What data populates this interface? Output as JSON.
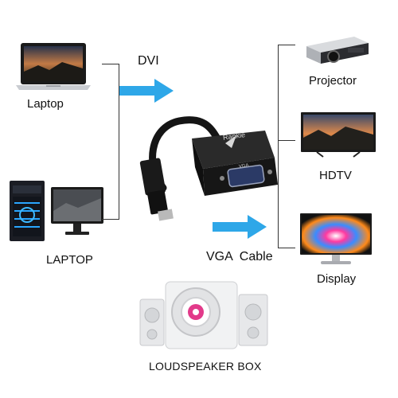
{
  "sources": [
    {
      "id": "laptop",
      "label": "Laptop"
    },
    {
      "id": "desktop",
      "label": "LAPTOP"
    }
  ],
  "signals": {
    "input": "DVI",
    "output": "VGA  Cable"
  },
  "adapter": {
    "brand": "Rankie",
    "port_label": "VGA"
  },
  "outputs": [
    {
      "id": "projector",
      "label": "Projector"
    },
    {
      "id": "hdtv",
      "label": "HDTV"
    },
    {
      "id": "display",
      "label": "Display"
    }
  ],
  "speaker": {
    "label": "LOUDSPEAKER BOX"
  },
  "colors": {
    "arrow": "#2ea7e8",
    "connector_line": "#333333"
  }
}
